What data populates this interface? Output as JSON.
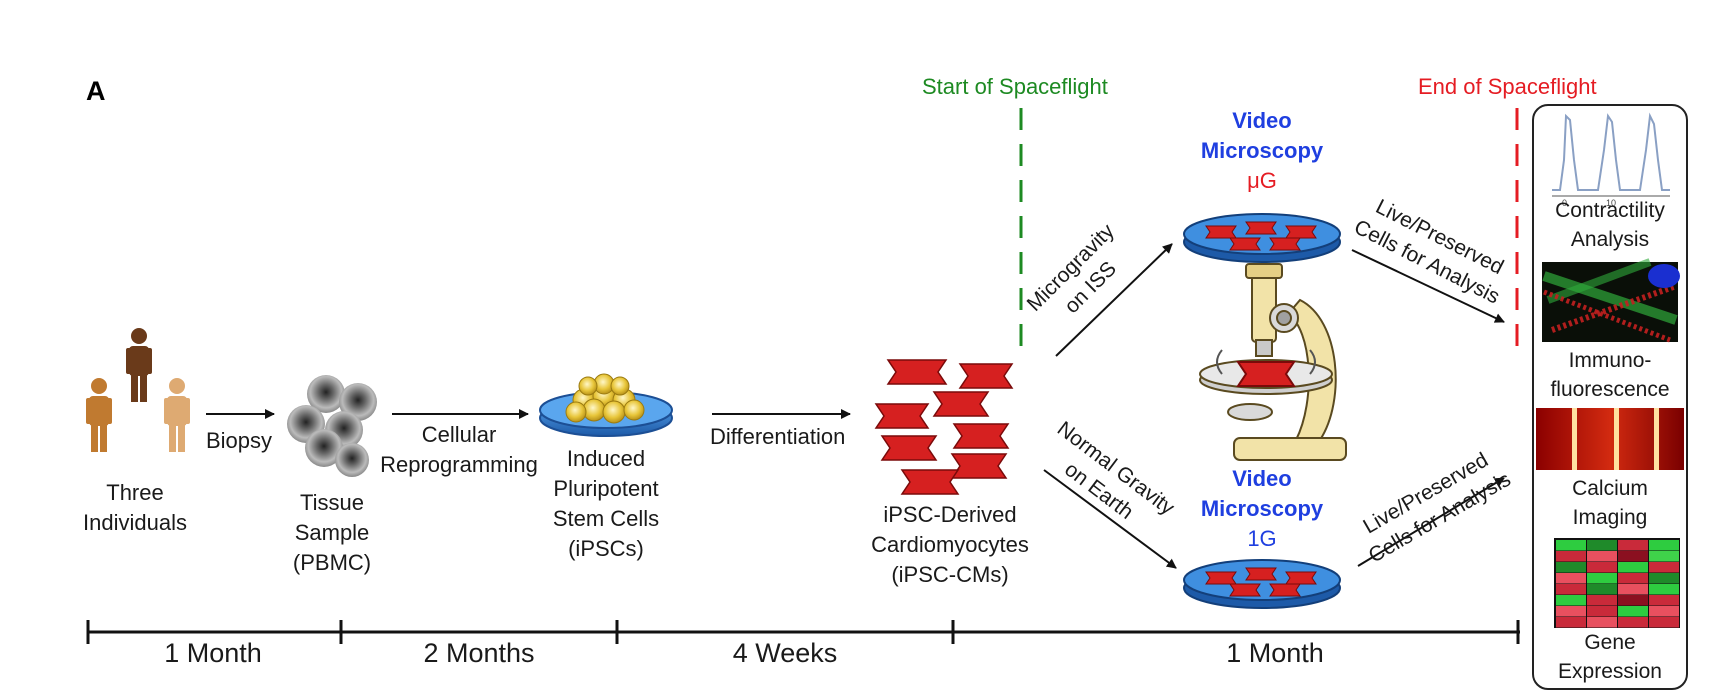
{
  "panel_letter": "A",
  "spaceflight": {
    "start": "Start of Spaceflight",
    "end": "End of Spaceflight",
    "start_color": "#1d8a22",
    "end_color": "#e51c23"
  },
  "stages": {
    "individuals": [
      "Three",
      "Individuals"
    ],
    "tissue": [
      "Tissue",
      "Sample",
      "(PBMC)"
    ],
    "ipsc": [
      "Induced",
      "Pluripotent",
      "Stem Cells",
      "(iPSCs)"
    ],
    "cm": [
      "iPSC-Derived",
      "Cardiomyocytes",
      "(iPSC-CMs)"
    ]
  },
  "arrows": {
    "biopsy": "Biopsy",
    "reprogramming": [
      "Cellular",
      "Reprogramming"
    ],
    "differentiation": "Differentiation",
    "microgravity": [
      "Microgravity",
      "on ISS"
    ],
    "normal_gravity": [
      "Normal Gravity",
      "on Earth"
    ],
    "live_top": [
      "Live/Preserved",
      "Cells for Analysis"
    ],
    "live_bottom": [
      "Live/Preserved",
      "Cells for Analysis"
    ]
  },
  "video_microscopy": {
    "title": [
      "Video",
      "Microscopy"
    ],
    "top_condition": "μG",
    "bottom_condition": "1G",
    "top_color": "#e51c23",
    "bottom_color": "#1f3fe0"
  },
  "analyses": {
    "contractility": [
      "Contractility",
      "Analysis"
    ],
    "immuno": [
      "Immuno-",
      "fluorescence"
    ],
    "calcium": [
      "Calcium",
      "Imaging"
    ],
    "gene": [
      "Gene",
      "Expression"
    ],
    "contractility_ticks": [
      "0",
      "10"
    ]
  },
  "timeline": [
    "1 Month",
    "2 Months",
    "4 Weeks",
    "1 Month"
  ],
  "colors": {
    "dish_blue": "#2f7fd0",
    "cell_red": "#d62020",
    "ipsc_yellow": "#e8c63a",
    "person_dark": "#6a3a1a",
    "person_mid": "#c07a30",
    "person_light": "#deaa72",
    "microscope_cream": "#f2e3a8"
  }
}
